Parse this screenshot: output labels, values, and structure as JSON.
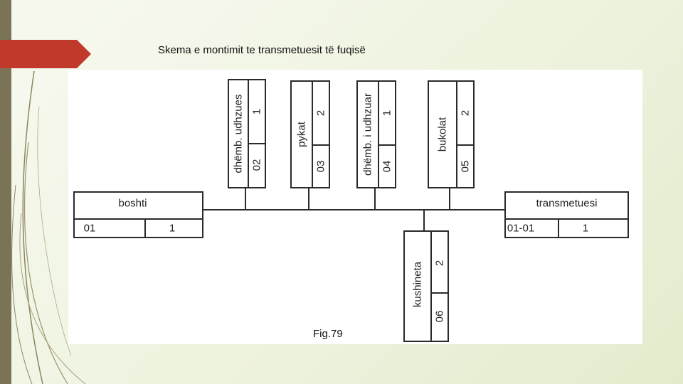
{
  "slide": {
    "title": "Skema e montimit te transmetuesit të fuqisë",
    "caption": "Fig.79"
  },
  "diagram": {
    "horizontal": [
      {
        "id": "boshti",
        "name": "boshti",
        "code": "01",
        "qty": "1"
      },
      {
        "id": "transmetuesi",
        "name": "transmetuesi",
        "code": "01-01",
        "qty": "1"
      }
    ],
    "vertical_top": [
      {
        "id": "dhemb-udhzues",
        "name": "dhëmb. udhzues",
        "code": "02",
        "qty": "1"
      },
      {
        "id": "pykat",
        "name": "pykat",
        "code": "03",
        "qty": "2"
      },
      {
        "id": "dhemb-i-udhzuar",
        "name": "dhëmb. i udhzuar",
        "code": "04",
        "qty": "1"
      },
      {
        "id": "bukolat",
        "name": "bukolat",
        "code": "05",
        "qty": "2"
      }
    ],
    "vertical_bottom": [
      {
        "id": "kushineta",
        "name": "kushineta",
        "code": "06",
        "qty": "2"
      }
    ]
  },
  "colors": {
    "accent_tab": "#c0392b",
    "side_bar": "#7a7356",
    "line": "#2a2a2a"
  }
}
